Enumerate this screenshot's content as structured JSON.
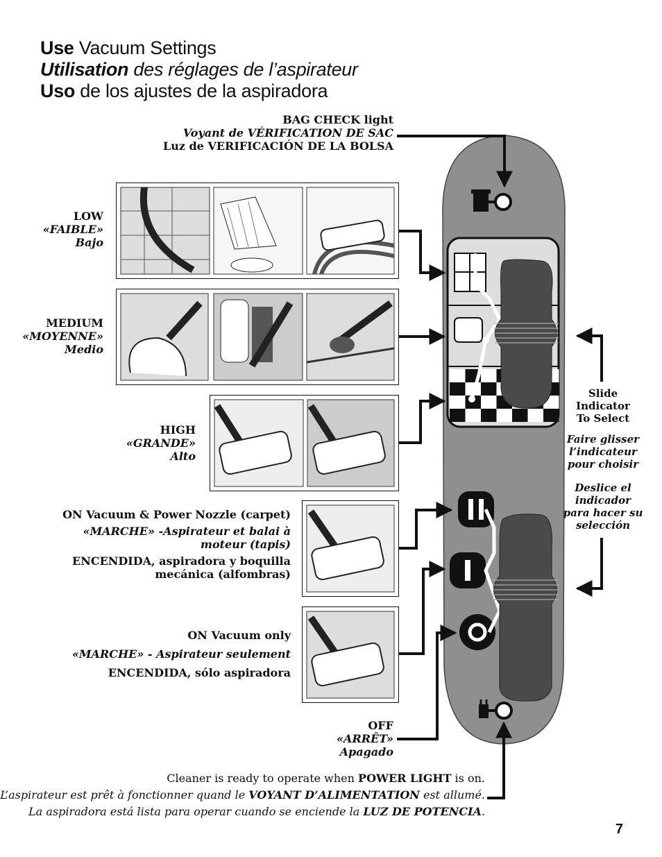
{
  "title": {
    "line1_bold": "Use",
    "line1_rest": " Vacuum Settings",
    "line2_bold": "Utilisation",
    "line2_rest": " des réglages de l’aspirateur",
    "line3_bold": "Uso",
    "line3_rest": " de los ajustes de la aspiradora"
  },
  "bag_check": {
    "en": "BAG CHECK light",
    "fr": "Voyant de VÉRIFICATION DE SAC",
    "es": "Luz de VERIFICACIÓN DE LA BOLSA"
  },
  "low": {
    "en": "LOW",
    "fr": "«FAIBLE»",
    "es": "Bajo"
  },
  "medium": {
    "en": "MEDIUM",
    "fr": "«MOYENNE»",
    "es": "Medio"
  },
  "high": {
    "en": "HIGH",
    "fr": "«GRANDE»",
    "es": "Alto"
  },
  "on_carpet": {
    "en": "ON Vacuum & Power Nozzle (carpet)",
    "fr": "«MARCHE» -Aspirateur et balai à moteur (tapis)",
    "es": "ENCENDIDA, aspiradora y boquilla mecánica (alfombras)"
  },
  "on_only": {
    "en": "ON Vacuum only",
    "fr": "«MARCHE» - Aspirateur seulement",
    "es": "ENCENDIDA, sólo aspiradora"
  },
  "off": {
    "en": "OFF",
    "fr": "«ARRÊT»",
    "es": "Apagado"
  },
  "slide": {
    "en": "Slide Indicator To Select",
    "fr": "Faire glisser l’indicateur pour choisir",
    "es": "Deslice el indicador para hacer su selección"
  },
  "footer": {
    "en_a": "Cleaner is ready to operate when ",
    "en_b": "POWER LIGHT",
    "en_c": " is on.",
    "fr_a": "L’aspirateur est prêt à fonctionner quand le ",
    "fr_b": "VOYANT D’ALIMENTATION",
    "fr_c": " est allumé.",
    "es_a": "La aspiradora está lista para operar cuando se enciende la ",
    "es_b": "LUZ DE POTENCIA",
    "es_c": "."
  },
  "page_number": "7",
  "colors": {
    "panel_gray": "#8f8f8f",
    "slider_dark": "#4a4a4a",
    "ink": "#111111"
  }
}
